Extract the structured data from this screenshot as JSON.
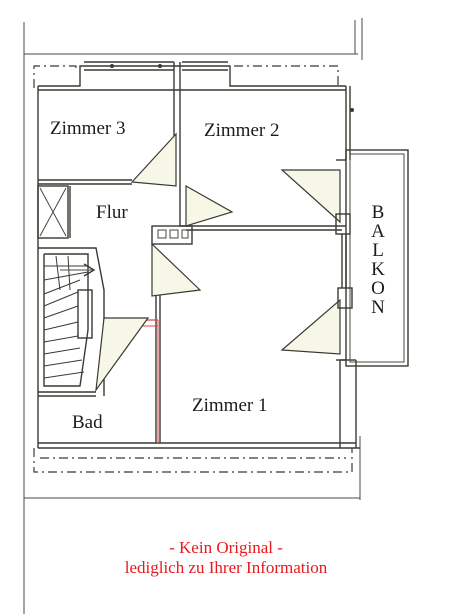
{
  "rooms": {
    "zimmer3": "Zimmer 3",
    "zimmer2": "Zimmer 2",
    "zimmer1": "Zimmer 1",
    "flur": "Flur",
    "bad": "Bad"
  },
  "balkon": {
    "letters": [
      "B",
      "A",
      "L",
      "K",
      "O",
      "N"
    ]
  },
  "note": {
    "line1": "- Kein Original -",
    "line2": "lediglich zu Ihrer Information"
  },
  "colors": {
    "line": "#3a3a32",
    "note": "#e8181c",
    "paper": "#ffffff",
    "door_fill": "#f7f7e8"
  }
}
